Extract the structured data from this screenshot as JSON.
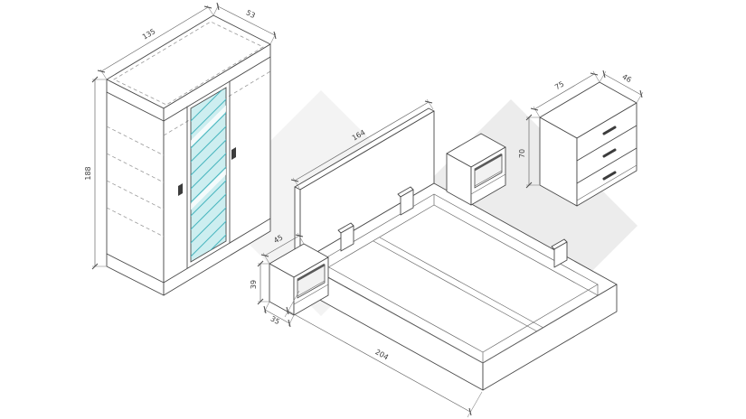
{
  "colors": {
    "line": "#4a4a4a",
    "dimension_line": "#6a6a6a",
    "dashed_detail": "#9a9a9a",
    "mirror_fill": "#cdeef0",
    "mirror_hatch": "#49b6bf",
    "watermark_light": "#f3f3f3",
    "watermark_dark": "#ececec",
    "handle": "#3c3c3c",
    "text": "#3d3d3d",
    "background": "#ffffff"
  },
  "dimensions": {
    "wardrobe": {
      "width": "135",
      "depth": "53",
      "height": "188"
    },
    "bed": {
      "headboard_width": "164",
      "length": "204"
    },
    "nightstand": {
      "width": "45",
      "height": "39",
      "depth": "35"
    },
    "dresser": {
      "width": "75",
      "depth": "46",
      "height": "70"
    }
  }
}
